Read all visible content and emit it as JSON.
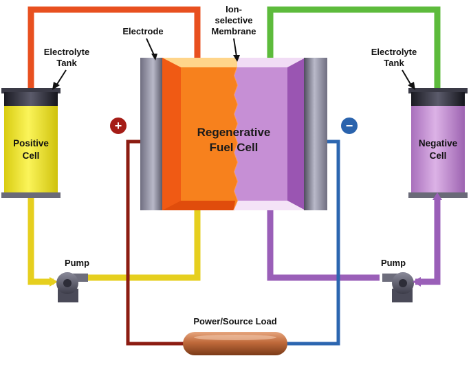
{
  "labels": {
    "electrode": "Electrode",
    "membrane_line1": "Ion-",
    "membrane_line2": "selective",
    "membrane_line3": "Membrane",
    "tank_left_line1": "Electrolyte",
    "tank_left_line2": "Tank",
    "tank_right_line1": "Electrolyte",
    "tank_right_line2": "Tank",
    "positive_cell_line1": "Positive",
    "positive_cell_line2": "Cell",
    "negative_cell_line1": "Negative",
    "negative_cell_line2": "Cell",
    "fuel_cell_line1": "Regenerative",
    "fuel_cell_line2": "Fuel Cell",
    "pump_left": "Pump",
    "pump_right": "Pump",
    "load": "Power/Source Load",
    "plus_symbol": "+",
    "minus_symbol": "−"
  },
  "colors": {
    "orange_pipe": "#e8501f",
    "green_pipe": "#5dbb3c",
    "yellow_pipe": "#e6cf1e",
    "purple_pipe": "#9a5fb8",
    "positive_wire": "#8c1c12",
    "negative_wire": "#2c66b0",
    "positive_electrolyte": "#f2ea26",
    "negative_electrolyte": "#c58fd3",
    "plus_badge": "#a51d17",
    "minus_badge": "#2a63ad"
  }
}
